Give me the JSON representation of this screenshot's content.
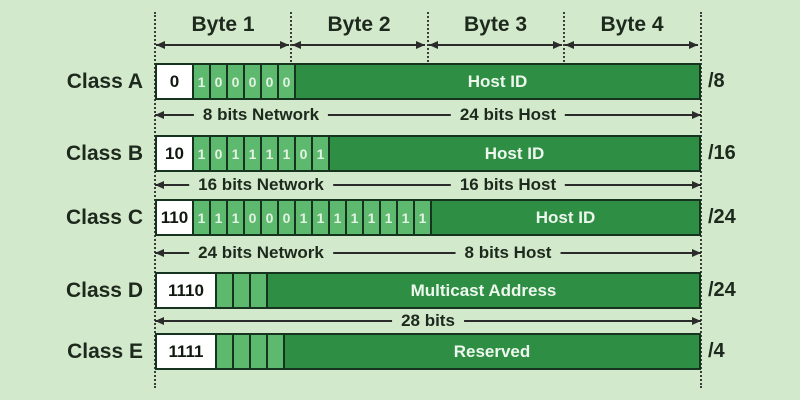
{
  "colors": {
    "background": "#d3e9cc",
    "bit_cell_green": "#5cb96d",
    "bar_dark_green": "#2e8f44",
    "border_dark": "#16331f",
    "arrow_line": "#2b2b2b",
    "text_dark": "#1c291c",
    "bit_digit_text": "#e3f2e1",
    "bar_label_text": "#eef7ee",
    "prefix_box": "#ffffff"
  },
  "bytes": [
    {
      "label": "Byte 1"
    },
    {
      "label": "Byte 2"
    },
    {
      "label": "Byte 3"
    },
    {
      "label": "Byte 4"
    }
  ],
  "rows": [
    {
      "name": "Class A",
      "prefix": "0",
      "bits": [
        "1",
        "0",
        "0",
        "0",
        "0",
        "0"
      ],
      "fill_label": "Host ID",
      "cidr": "/8"
    },
    {
      "name": "Class B",
      "prefix": "10",
      "bits": [
        "1",
        "0",
        "1",
        "1",
        "1",
        "1",
        "0",
        "1"
      ],
      "fill_label": "Host ID",
      "cidr": "/16"
    },
    {
      "name": "Class C",
      "prefix": "110",
      "bits": [
        "1",
        "1",
        "1",
        "0",
        "0",
        "0",
        "1",
        "1",
        "1",
        "1",
        "1",
        "1",
        "1",
        "1"
      ],
      "fill_label": "Host ID",
      "cidr": "/24"
    },
    {
      "name": "Class D",
      "prefix": "1110",
      "bits": [
        "",
        "",
        ""
      ],
      "fill_label": "Multicast Address",
      "cidr": "/24"
    },
    {
      "name": "Class E",
      "prefix": "1111",
      "bits": [
        "",
        "",
        "",
        ""
      ],
      "fill_label": "Reserved",
      "cidr": "/4"
    }
  ],
  "dividers": [
    {
      "labels": [
        "8 bits Network",
        "24 bits Host"
      ]
    },
    {
      "labels": [
        "16 bits Network",
        "16 bits Host"
      ]
    },
    {
      "labels": [
        "24 bits Network",
        "8 bits Host"
      ]
    },
    {
      "labels": [
        "28 bits"
      ]
    }
  ]
}
